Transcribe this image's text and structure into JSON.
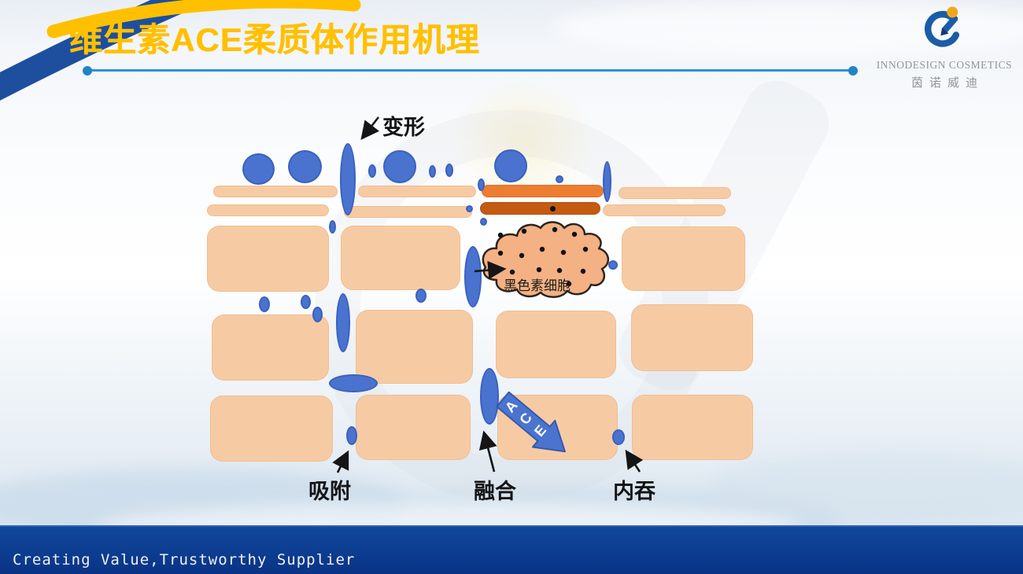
{
  "slide": {
    "title": "维生素ACE柔质体作用机理",
    "footer_slogan": "Creating Value,Trustworthy Supplier"
  },
  "logo": {
    "company": "INNODESIGN COSMETICS",
    "company_cn": "茵诺威迪"
  },
  "diagram": {
    "labels": {
      "deformation": "变形",
      "melanocyte": "黑色素细胞",
      "adsorption": "吸附",
      "fusion": "融合",
      "endocytosis": "内吞"
    },
    "ace": [
      "A",
      "C",
      "E"
    ],
    "colors": {
      "liposome_blue": "#4973CE",
      "skin_cell_peach": "#F6CBA4",
      "uv_bar_orange": "#ED7D31",
      "uv_bar_dark_orange": "#C55A11",
      "title_gold": "#FFC000",
      "divider_blue": "#2B93D1",
      "footer_blue": "#0B3D8F"
    }
  }
}
